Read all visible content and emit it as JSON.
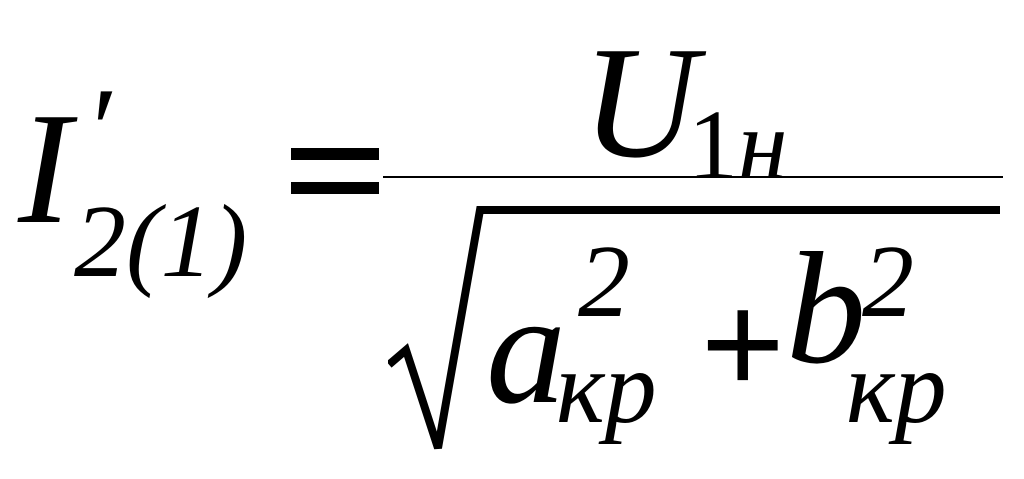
{
  "formula": {
    "lhs": {
      "symbol": "I",
      "prime": "′",
      "subscript": "2(1)"
    },
    "equals": "=",
    "numerator": {
      "symbol": "U",
      "subscript_digit": "1",
      "subscript_letter": "н"
    },
    "denominator": {
      "radical": "√",
      "term1": {
        "symbol": "a",
        "superscript": "2",
        "subscript": "кр"
      },
      "operator": "+",
      "term2": {
        "symbol": "b",
        "superscript": "2",
        "subscript": "кр"
      }
    }
  }
}
